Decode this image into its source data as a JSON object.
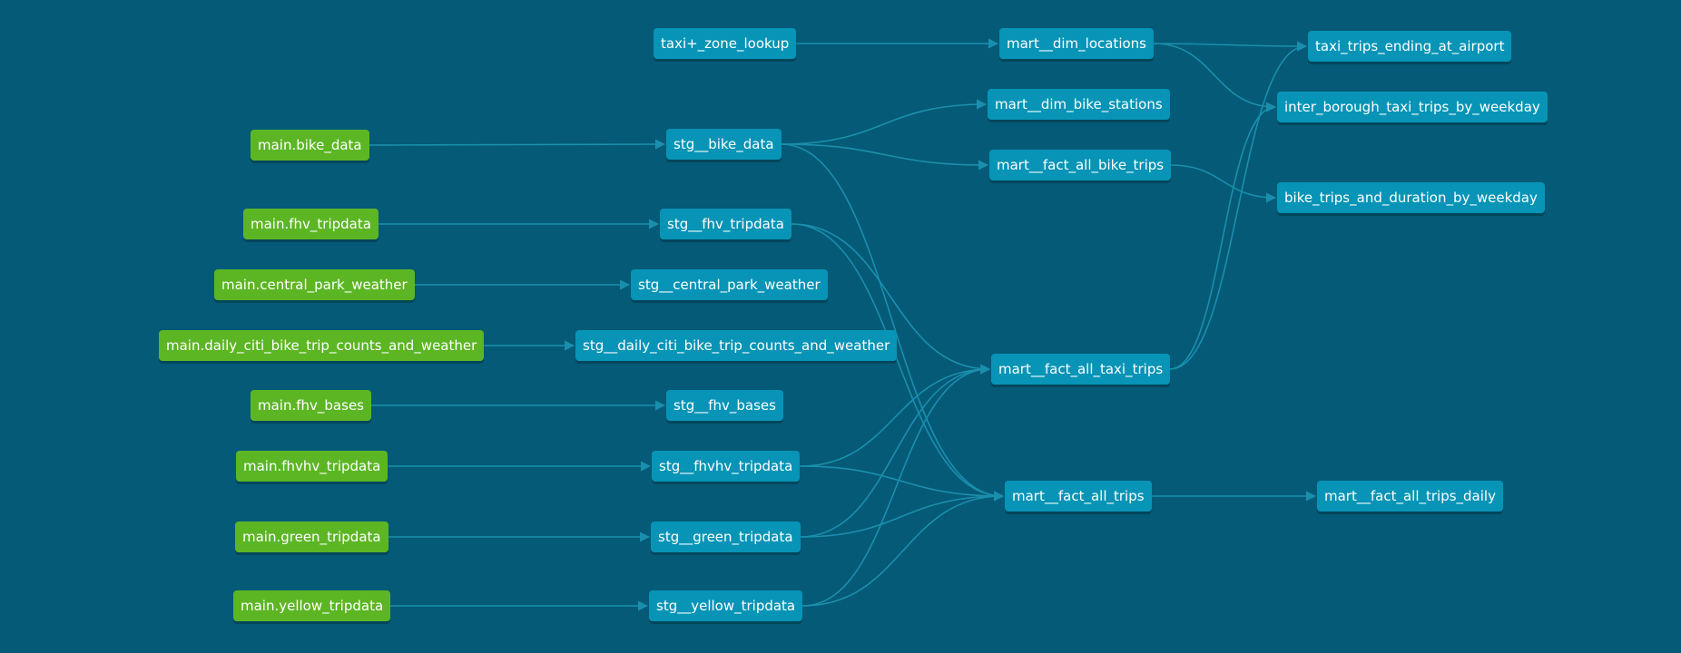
{
  "colors": {
    "background": "#045a77",
    "source_node": "#5cb624",
    "model_node": "#0794b6",
    "edge": "#1a8fad"
  },
  "nodes": {
    "main_bike_data": "main.bike_data",
    "main_fhv_tripdata": "main.fhv_tripdata",
    "main_central_park_weather": "main.central_park_weather",
    "main_daily_citi": "main.daily_citi_bike_trip_counts_and_weather",
    "main_fhv_bases": "main.fhv_bases",
    "main_fhvhv_tripdata": "main.fhvhv_tripdata",
    "main_green_tripdata": "main.green_tripdata",
    "main_yellow_tripdata": "main.yellow_tripdata",
    "taxi_zone_lookup": "taxi+_zone_lookup",
    "stg_bike_data": "stg__bike_data",
    "stg_fhv_tripdata": "stg__fhv_tripdata",
    "stg_central_park_weather": "stg__central_park_weather",
    "stg_daily_citi": "stg__daily_citi_bike_trip_counts_and_weather",
    "stg_fhv_bases": "stg__fhv_bases",
    "stg_fhvhv_tripdata": "stg__fhvhv_tripdata",
    "stg_green_tripdata": "stg__green_tripdata",
    "stg_yellow_tripdata": "stg__yellow_tripdata",
    "mart_dim_locations": "mart__dim_locations",
    "mart_dim_bike_stations": "mart__dim_bike_stations",
    "mart_fact_all_bike_trips": "mart__fact_all_bike_trips",
    "mart_fact_all_taxi_trips": "mart__fact_all_taxi_trips",
    "mart_fact_all_trips": "mart__fact_all_trips",
    "taxi_trips_ending_at_airport": "taxi_trips_ending_at_airport",
    "inter_borough_taxi_trips": "inter_borough_taxi_trips_by_weekday",
    "bike_trips_and_duration": "bike_trips_and_duration_by_weekday",
    "mart_fact_all_trips_daily": "mart__fact_all_trips_daily"
  },
  "edges": [
    [
      "main_bike_data",
      "stg_bike_data"
    ],
    [
      "main_fhv_tripdata",
      "stg_fhv_tripdata"
    ],
    [
      "main_central_park_weather",
      "stg_central_park_weather"
    ],
    [
      "main_daily_citi",
      "stg_daily_citi"
    ],
    [
      "main_fhv_bases",
      "stg_fhv_bases"
    ],
    [
      "main_fhvhv_tripdata",
      "stg_fhvhv_tripdata"
    ],
    [
      "main_green_tripdata",
      "stg_green_tripdata"
    ],
    [
      "main_yellow_tripdata",
      "stg_yellow_tripdata"
    ],
    [
      "taxi_zone_lookup",
      "mart_dim_locations"
    ],
    [
      "stg_bike_data",
      "mart_dim_bike_stations"
    ],
    [
      "stg_bike_data",
      "mart_fact_all_bike_trips"
    ],
    [
      "stg_bike_data",
      "mart_fact_all_trips"
    ],
    [
      "stg_fhv_tripdata",
      "mart_fact_all_taxi_trips"
    ],
    [
      "stg_fhv_tripdata",
      "mart_fact_all_trips"
    ],
    [
      "stg_fhvhv_tripdata",
      "mart_fact_all_taxi_trips"
    ],
    [
      "stg_fhvhv_tripdata",
      "mart_fact_all_trips"
    ],
    [
      "stg_green_tripdata",
      "mart_fact_all_taxi_trips"
    ],
    [
      "stg_green_tripdata",
      "mart_fact_all_trips"
    ],
    [
      "stg_yellow_tripdata",
      "mart_fact_all_taxi_trips"
    ],
    [
      "stg_yellow_tripdata",
      "mart_fact_all_trips"
    ],
    [
      "mart_dim_locations",
      "taxi_trips_ending_at_airport"
    ],
    [
      "mart_dim_locations",
      "inter_borough_taxi_trips"
    ],
    [
      "mart_fact_all_taxi_trips",
      "taxi_trips_ending_at_airport"
    ],
    [
      "mart_fact_all_taxi_trips",
      "inter_borough_taxi_trips"
    ],
    [
      "mart_fact_all_bike_trips",
      "bike_trips_and_duration"
    ],
    [
      "mart_fact_all_trips",
      "mart_fact_all_trips_daily"
    ]
  ]
}
